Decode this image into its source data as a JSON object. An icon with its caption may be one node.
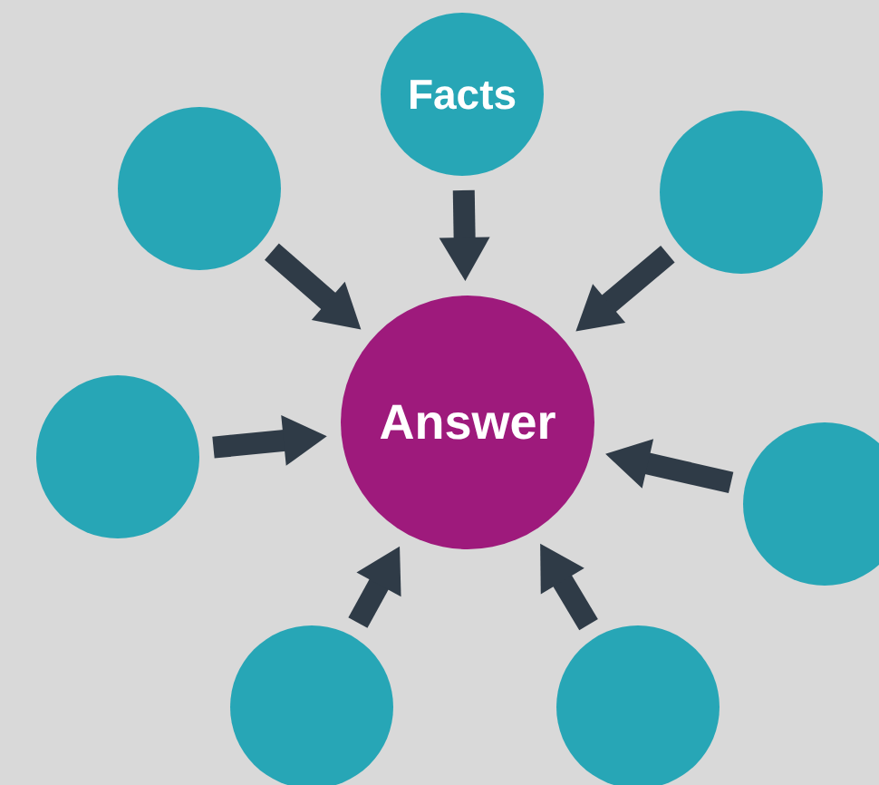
{
  "diagram": {
    "nodes": [
      {
        "text": [
          "Facts"
        ]
      },
      {
        "text": [],
        "shape": "circle"
      },
      {
        "text": [],
        "shape": "circle"
      },
      {
        "text": [
          "Answer"
        ]
      },
      {
        "text": [],
        "shape": "circle"
      },
      {
        "text": [],
        "shape": "circle"
      },
      {
        "text": [],
        "shape": "circle"
      },
      {
        "text": [],
        "shape": "circle"
      }
    ],
    "edges": [
      {
        "from": 0,
        "to": 3,
        "arrow": "to"
      },
      {
        "from": 1,
        "to": 3,
        "arrow": "to"
      },
      {
        "from": 2,
        "to": 3,
        "arrow": "to"
      },
      {
        "from": 4,
        "to": 3,
        "arrow": "to"
      },
      {
        "from": 5,
        "to": 3,
        "arrow": "to"
      },
      {
        "from": 6,
        "to": 3,
        "arrow": "to"
      },
      {
        "from": 7,
        "to": 3,
        "arrow": "to"
      }
    ]
  }
}
